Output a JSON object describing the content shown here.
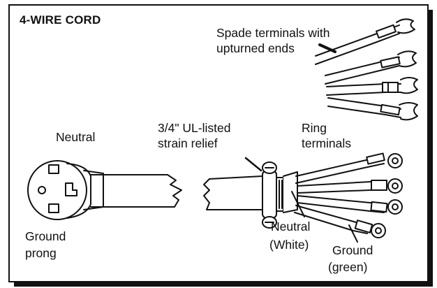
{
  "title": "4-WIRE CORD",
  "labels": {
    "spade_line1": "Spade terminals with",
    "spade_line2": "upturned ends",
    "neutral_plug": "Neutral",
    "strain_line1": "3/4\" UL-listed",
    "strain_line2": "strain relief",
    "ring_line1": "Ring",
    "ring_line2": "terminals",
    "ground_prong_line1": "Ground",
    "ground_prong_line2": "prong",
    "neutral_wire_line1": "Neutral",
    "neutral_wire_line2": "(White)",
    "ground_wire_line1": "Ground",
    "ground_wire_line2": "(green)"
  }
}
